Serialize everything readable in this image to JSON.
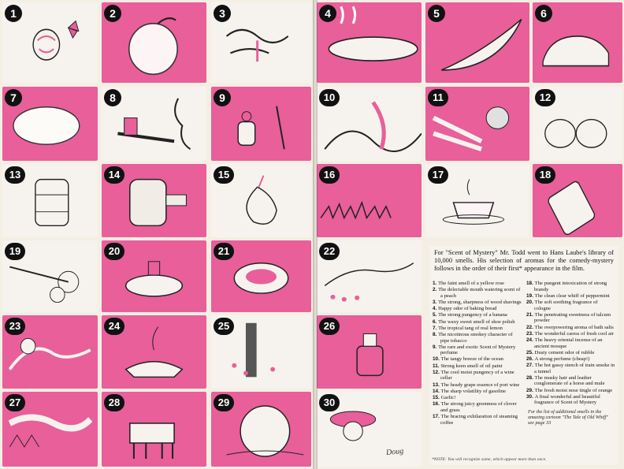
{
  "panels": [
    {
      "n": "1",
      "bg": "white",
      "icon": "rose-butterfly-icon"
    },
    {
      "n": "2",
      "bg": "pink",
      "icon": "peach-icon"
    },
    {
      "n": "3",
      "bg": "white",
      "icon": "wood-shavings-icon"
    },
    {
      "n": "4",
      "bg": "pink",
      "icon": "bread-loaf-icon"
    },
    {
      "n": "5",
      "bg": "pink",
      "icon": "banana-icon"
    },
    {
      "n": "6",
      "bg": "pink",
      "icon": "shoe-icon"
    },
    {
      "n": "7",
      "bg": "pink",
      "icon": "lemon-icon"
    },
    {
      "n": "8",
      "bg": "white",
      "icon": "pipe-icon"
    },
    {
      "n": "9",
      "bg": "pink",
      "icon": "perfume-bottle-icon"
    },
    {
      "n": "10",
      "bg": "white",
      "icon": "ocean-wave-icon"
    },
    {
      "n": "11",
      "bg": "pink",
      "icon": "oil-paint-icon"
    },
    {
      "n": "12",
      "bg": "white",
      "icon": "barrels-icon"
    },
    {
      "n": "13",
      "bg": "white",
      "icon": "port-barrel-icon"
    },
    {
      "n": "14",
      "bg": "pink",
      "icon": "wine-bottle-icon"
    },
    {
      "n": "15",
      "bg": "white",
      "icon": "garlic-icon"
    },
    {
      "n": "16",
      "bg": "pink",
      "icon": "clover-grass-icon"
    },
    {
      "n": "17",
      "bg": "white",
      "icon": "coffee-cup-icon"
    },
    {
      "n": "18",
      "bg": "pink",
      "icon": "brandy-bottle-icon"
    },
    {
      "n": "19",
      "bg": "white",
      "icon": "peppermint-icon"
    },
    {
      "n": "20",
      "bg": "pink",
      "icon": "cologne-bottle-icon"
    },
    {
      "n": "21",
      "bg": "pink",
      "icon": "powder-puff-icon"
    },
    {
      "n": "22",
      "bg": "white",
      "icon": "bath-icon"
    },
    {
      "n": "23",
      "bg": "pink",
      "icon": "woman-breeze-icon"
    },
    {
      "n": "24",
      "bg": "pink",
      "icon": "incense-lamp-icon"
    },
    {
      "n": "25",
      "bg": "white",
      "icon": "rubble-icon"
    },
    {
      "n": "26",
      "bg": "pink",
      "icon": "cheap-perfume-icon"
    },
    {
      "n": "27",
      "bg": "pink",
      "icon": "train-smoke-icon"
    },
    {
      "n": "28",
      "bg": "pink",
      "icon": "horse-icon"
    },
    {
      "n": "29",
      "bg": "pink",
      "icon": "orange-icon"
    },
    {
      "n": "30",
      "bg": "white",
      "icon": "lady-hat-icon"
    }
  ],
  "intro": "For \"Scent of Mystery\" Mr. Todd went to Hans Laube's library of 10,000 smells. His selection of aromas for the comedy-mystery follows in the order of their first* appearance in the film.",
  "smells_left": [
    {
      "n": "1.",
      "t": "The faint smell of a yellow rose"
    },
    {
      "n": "2.",
      "t": "The delectable mouth watering scent of a peach"
    },
    {
      "n": "3.",
      "t": "The strong, sharpness of wood shavings"
    },
    {
      "n": "4.",
      "t": "Happy odor of baking bread"
    },
    {
      "n": "5.",
      "t": "The strong pungency of a banana"
    },
    {
      "n": "6.",
      "t": "The waxy sweet smell of shoe polish"
    },
    {
      "n": "7.",
      "t": "The tropical tang of real lemon"
    },
    {
      "n": "8.",
      "t": "The nicotinous smokey character of pipe tobacco"
    },
    {
      "n": "9.",
      "t": "The rare and exotic Scent of Mystery perfume"
    },
    {
      "n": "10.",
      "t": "The tangy breeze of the ocean"
    },
    {
      "n": "11.",
      "t": "Strong keen smell of oil paint"
    },
    {
      "n": "12.",
      "t": "The cool moist pungency of a wine cellar"
    },
    {
      "n": "13.",
      "t": "The heady grape essence of port wine"
    },
    {
      "n": "14.",
      "t": "The sharp volatility of gasoline"
    },
    {
      "n": "15.",
      "t": "Garlic!"
    },
    {
      "n": "16.",
      "t": "The strong juicy greenness of clover and grass"
    },
    {
      "n": "17.",
      "t": "The bracing exhilaration of steaming coffee"
    }
  ],
  "smells_right": [
    {
      "n": "18.",
      "t": "The pungent intoxication of strong brandy"
    },
    {
      "n": "19.",
      "t": "The clean clear whiff of peppermint"
    },
    {
      "n": "20.",
      "t": "The soft soothing fragrance of cologne"
    },
    {
      "n": "21.",
      "t": "The penetrating sweetness of talcum powder"
    },
    {
      "n": "22.",
      "t": "The overpowering aroma of bath salts"
    },
    {
      "n": "23.",
      "t": "The wonderful caress of fresh cool air"
    },
    {
      "n": "24.",
      "t": "The heavy oriental incense of an ancient mosque"
    },
    {
      "n": "25.",
      "t": "Dusty cement odor of rubble"
    },
    {
      "n": "26.",
      "t": "A strong perfume (cheap!)"
    },
    {
      "n": "27.",
      "t": "The hot gassy stench of train smoke in a tunnel"
    },
    {
      "n": "28.",
      "t": "The musky hair and leather conglomerate of a horse and mule"
    },
    {
      "n": "29.",
      "t": "The fresh moist nose tingle of orange"
    },
    {
      "n": "30.",
      "t": "A final wonderful and beautiful fragrance of Scent of Mystery"
    }
  ],
  "footnote_ref": "For the list of additional smells in the amazing cartoon \"The Tale of Old Whiff\" see page 33",
  "note": "*NOTE: You will recognize some, which appear more than once.",
  "signature": "Doug",
  "colors": {
    "pink": "#e85f9a",
    "paper": "#f6f3ee",
    "ink": "#111111"
  }
}
